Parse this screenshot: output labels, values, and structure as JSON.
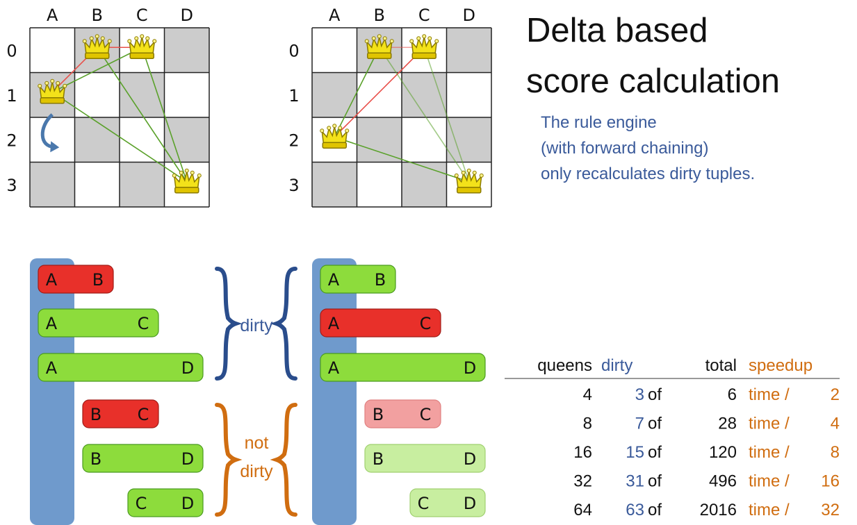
{
  "title_line1": "Delta based",
  "title_line2": "score calculation",
  "subtitle": [
    "The rule engine",
    "(with forward chaining)",
    "only recalculates dirty tuples."
  ],
  "board": {
    "columns": [
      "A",
      "B",
      "C",
      "D"
    ],
    "rows": [
      "0",
      "1",
      "2",
      "3"
    ]
  },
  "board_before": {
    "queens": [
      {
        "col": "A",
        "row": 1
      },
      {
        "col": "B",
        "row": 0
      },
      {
        "col": "C",
        "row": 0
      },
      {
        "col": "D",
        "row": 3
      }
    ],
    "move": {
      "col": "A",
      "from_row": 1,
      "to_row": 2
    }
  },
  "board_after": {
    "queens": [
      {
        "col": "A",
        "row": 2
      },
      {
        "col": "B",
        "row": 0
      },
      {
        "col": "C",
        "row": 0
      },
      {
        "col": "D",
        "row": 3
      }
    ]
  },
  "pairs_before": [
    {
      "a": "A",
      "b": "B",
      "state": "conflict"
    },
    {
      "a": "A",
      "b": "C",
      "state": "ok"
    },
    {
      "a": "A",
      "b": "D",
      "state": "ok"
    },
    {
      "a": "B",
      "b": "C",
      "state": "conflict"
    },
    {
      "a": "B",
      "b": "D",
      "state": "ok"
    },
    {
      "a": "C",
      "b": "D",
      "state": "ok"
    }
  ],
  "pairs_after": [
    {
      "a": "A",
      "b": "B",
      "state": "ok"
    },
    {
      "a": "A",
      "b": "C",
      "state": "conflict"
    },
    {
      "a": "A",
      "b": "D",
      "state": "ok"
    },
    {
      "a": "B",
      "b": "C",
      "state": "conflict-faded"
    },
    {
      "a": "B",
      "b": "D",
      "state": "ok-faded"
    },
    {
      "a": "C",
      "b": "D",
      "state": "ok-faded"
    }
  ],
  "labels": {
    "dirty": "dirty",
    "not": "not",
    "not_dirty2": "dirty"
  },
  "table": {
    "headers": {
      "queens": "queens",
      "dirty": "dirty",
      "total": "total",
      "speedup": "speedup"
    },
    "rows": [
      {
        "queens": "4",
        "dirty": "3",
        "of": "of",
        "total": "6",
        "time": "time /",
        "div": "2"
      },
      {
        "queens": "8",
        "dirty": "7",
        "of": "of",
        "total": "28",
        "time": "time /",
        "div": "4"
      },
      {
        "queens": "16",
        "dirty": "15",
        "of": "of",
        "total": "120",
        "time": "time /",
        "div": "8"
      },
      {
        "queens": "32",
        "dirty": "31",
        "of": "of",
        "total": "496",
        "time": "time /",
        "div": "16"
      },
      {
        "queens": "64",
        "dirty": "63",
        "of": "of",
        "total": "2016",
        "time": "time /",
        "div": "32"
      }
    ]
  },
  "colors": {
    "blue_text": "#3a5a9a",
    "orange_text": "#d06d10",
    "red_bar": "#e8302a",
    "green_bar": "#8ddc3c",
    "faded_red": "#f2a0a0",
    "faded_green": "#c8eea0",
    "bracket_blue": "#2a4d8c",
    "bracket_orange": "#d06d10",
    "spine": "#6f9acc",
    "grey_cell": "#cccccc"
  }
}
